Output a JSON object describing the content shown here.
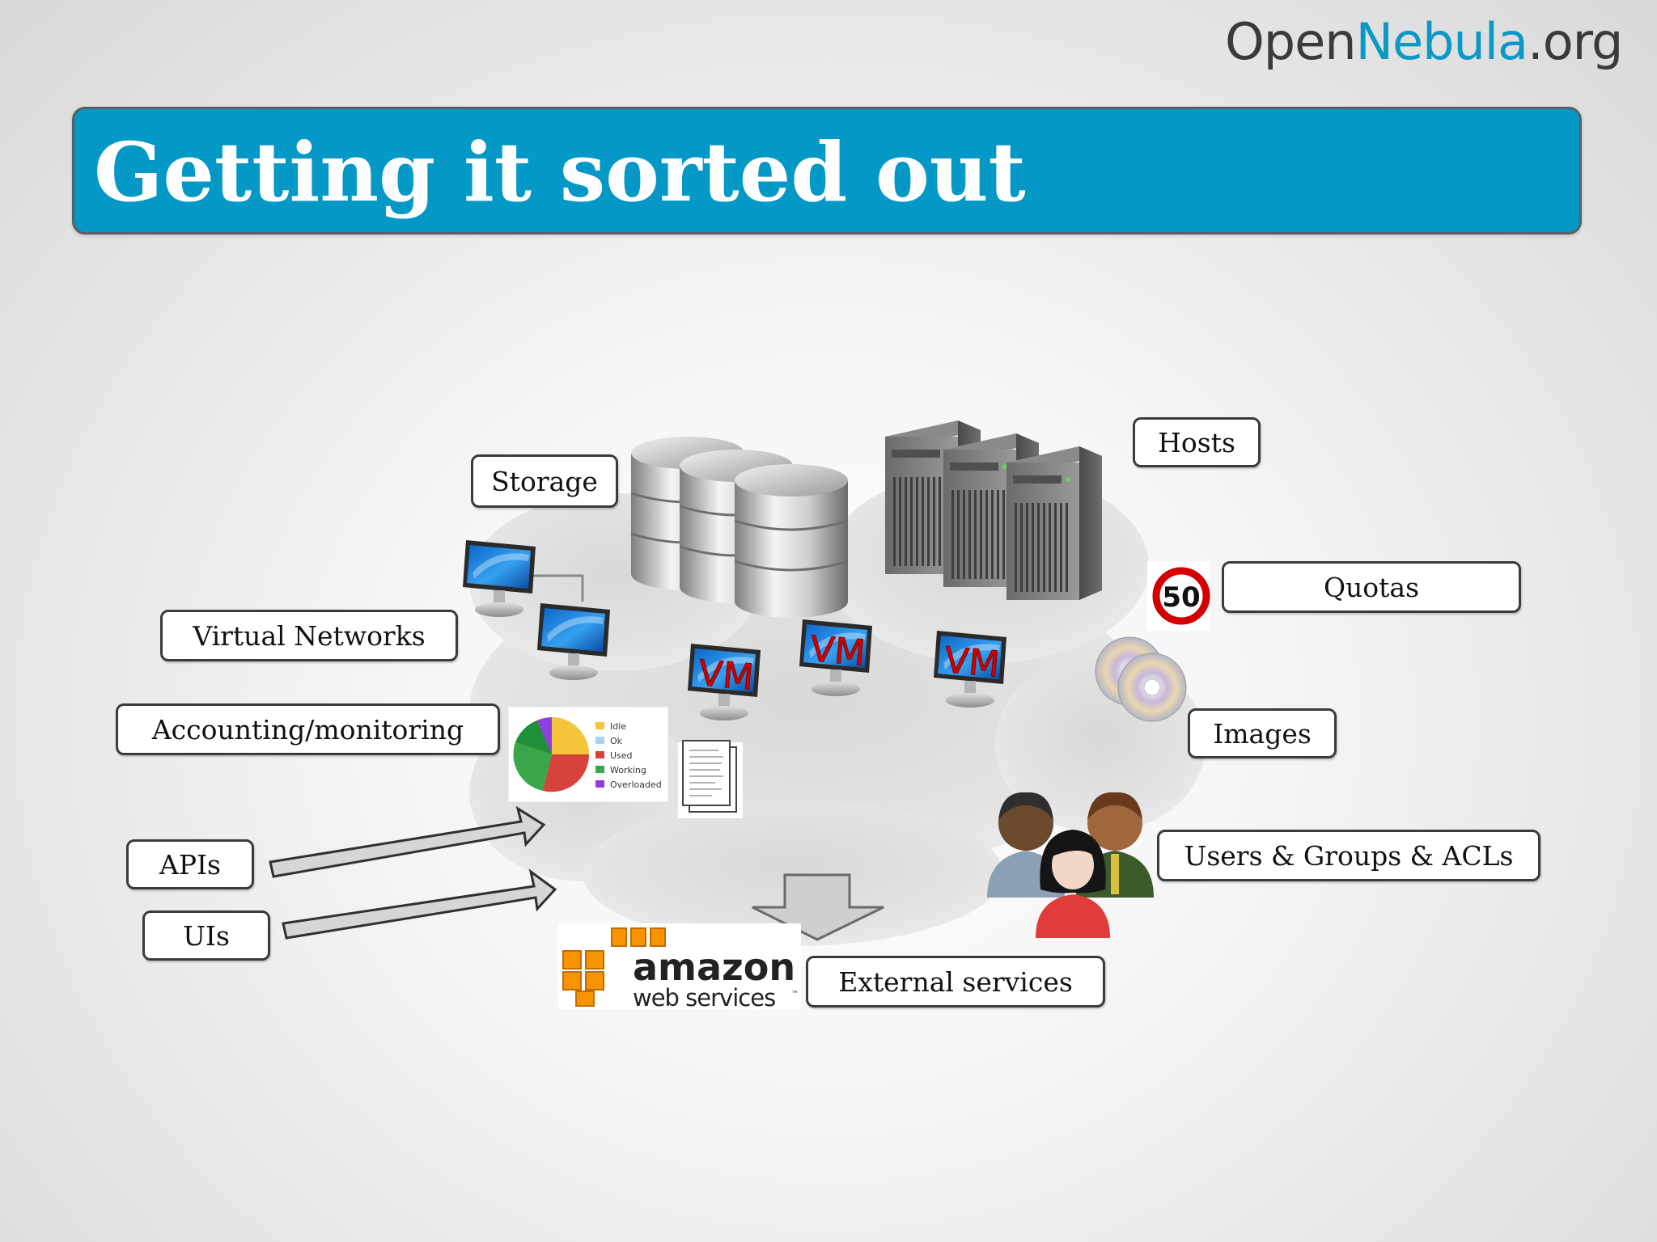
{
  "slide": {
    "title": "Getting it sorted out",
    "logo": {
      "part1": "Open",
      "part2": "Nebula",
      "part3": ".org"
    }
  },
  "labels": {
    "storage": "Storage",
    "hosts": "Hosts",
    "quotas": "Quotas",
    "virtual_networks": "Virtual Networks",
    "accounting": "Accounting/monitoring",
    "images": "Images",
    "users": "Users & Groups & ACLs",
    "apis": "APIs",
    "uis": "UIs",
    "external": "External services"
  },
  "vm_text": "VM",
  "quota_sign": "50",
  "pie_legend": [
    "Idle",
    "Ok",
    "Used",
    "Working",
    "Overloaded"
  ],
  "aws": {
    "word1": "amazon",
    "word2": "web services",
    "tm": "™"
  },
  "colors": {
    "title_bar": "#0398c6",
    "logo_accent": "#0a98c5",
    "vm_text": "#d40000",
    "aws_orange": "#f79400"
  }
}
